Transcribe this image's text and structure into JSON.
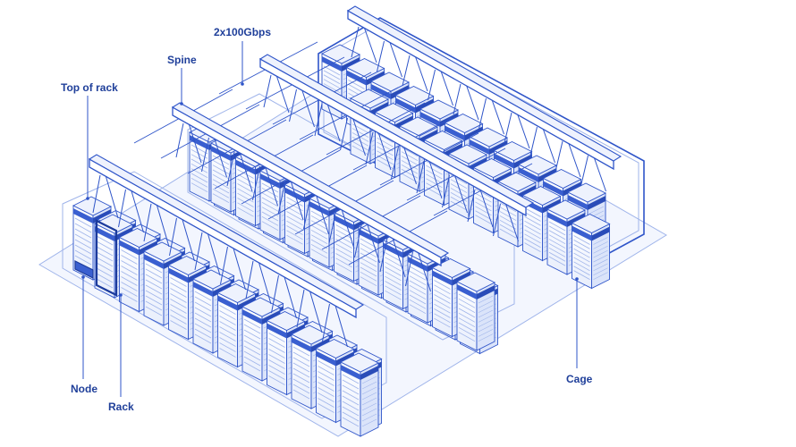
{
  "labels": {
    "top_of_rack": "Top of rack",
    "spine": "Spine",
    "bandwidth": "2x100Gbps",
    "node": "Node",
    "rack": "Rack",
    "cage": "Cage"
  },
  "colors": {
    "line": "#2f55c9",
    "line_light": "#9fb4ea",
    "fill_light": "#eef2fd",
    "fill_mid": "#dbe4fa",
    "fill_dark": "#3a5fd0",
    "floor": "#f3f6fe",
    "label": "#1f3f9a"
  }
}
